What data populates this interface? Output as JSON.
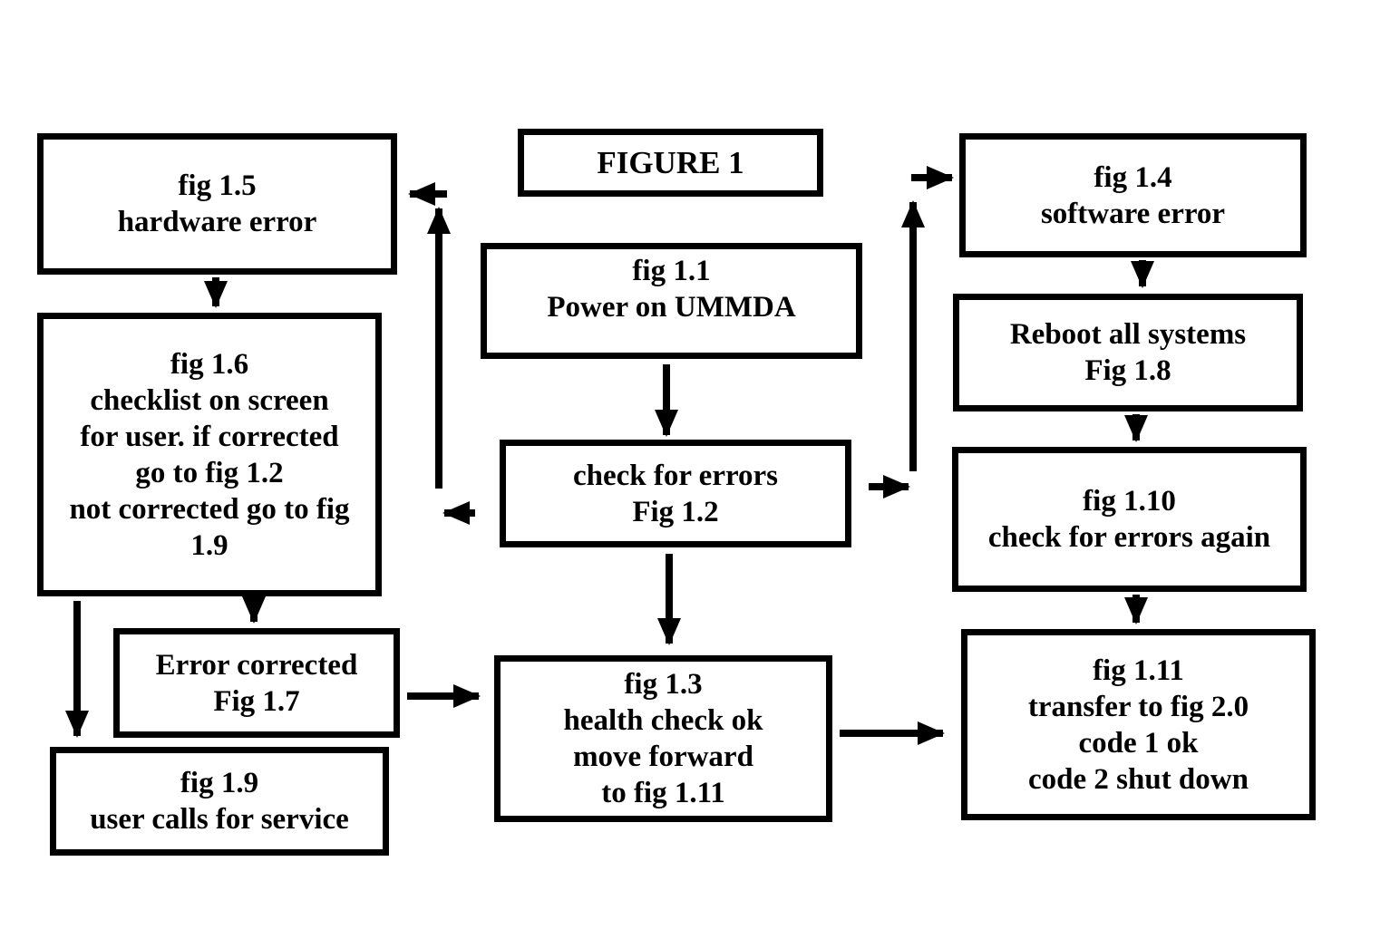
{
  "figure": {
    "title": "FIGURE 1"
  },
  "colors": {
    "background": "#ffffff",
    "line": "#000000",
    "text": "#000000"
  },
  "nodes": {
    "title": {
      "label": "FIGURE 1"
    },
    "fig_1_1": {
      "label": "fig 1.1\nPower on UMMDA"
    },
    "fig_1_2": {
      "label": "check for errors\nFig 1.2"
    },
    "fig_1_3": {
      "label": "fig 1.3\nhealth check ok\nmove forward\nto fig 1.11"
    },
    "fig_1_4": {
      "label": "fig 1.4\nsoftware error"
    },
    "fig_1_5": {
      "label": "fig 1.5\nhardware error"
    },
    "fig_1_6": {
      "label": "fig 1.6\nchecklist on screen\nfor user. if corrected\ngo to fig 1.2\nnot corrected go to fig\n1.9"
    },
    "fig_1_7": {
      "label": "Error corrected\nFig 1.7"
    },
    "fig_1_8": {
      "label": "Reboot all systems\nFig 1.8"
    },
    "fig_1_9": {
      "label": "fig 1.9\nuser calls for service"
    },
    "fig_1_10": {
      "label": "fig 1.10\ncheck for errors again"
    },
    "fig_1_11": {
      "label": "fig 1.11\ntransfer to fig 2.0\ncode 1 ok\ncode 2 shut down"
    }
  },
  "connections": [
    {
      "from": "fig_1_1",
      "to": "fig_1_2"
    },
    {
      "from": "fig_1_2",
      "to": "fig_1_5"
    },
    {
      "from": "fig_1_2",
      "to": "fig_1_4"
    },
    {
      "from": "fig_1_2",
      "to": "fig_1_3"
    },
    {
      "from": "fig_1_5",
      "to": "fig_1_6"
    },
    {
      "from": "fig_1_6",
      "to": "fig_1_7"
    },
    {
      "from": "fig_1_6",
      "to": "fig_1_9"
    },
    {
      "from": "fig_1_7",
      "to": "fig_1_3"
    },
    {
      "from": "fig_1_3",
      "to": "fig_1_11"
    },
    {
      "from": "fig_1_4",
      "to": "fig_1_8"
    },
    {
      "from": "fig_1_8",
      "to": "fig_1_10"
    },
    {
      "from": "fig_1_10",
      "to": "fig_1_11"
    }
  ]
}
